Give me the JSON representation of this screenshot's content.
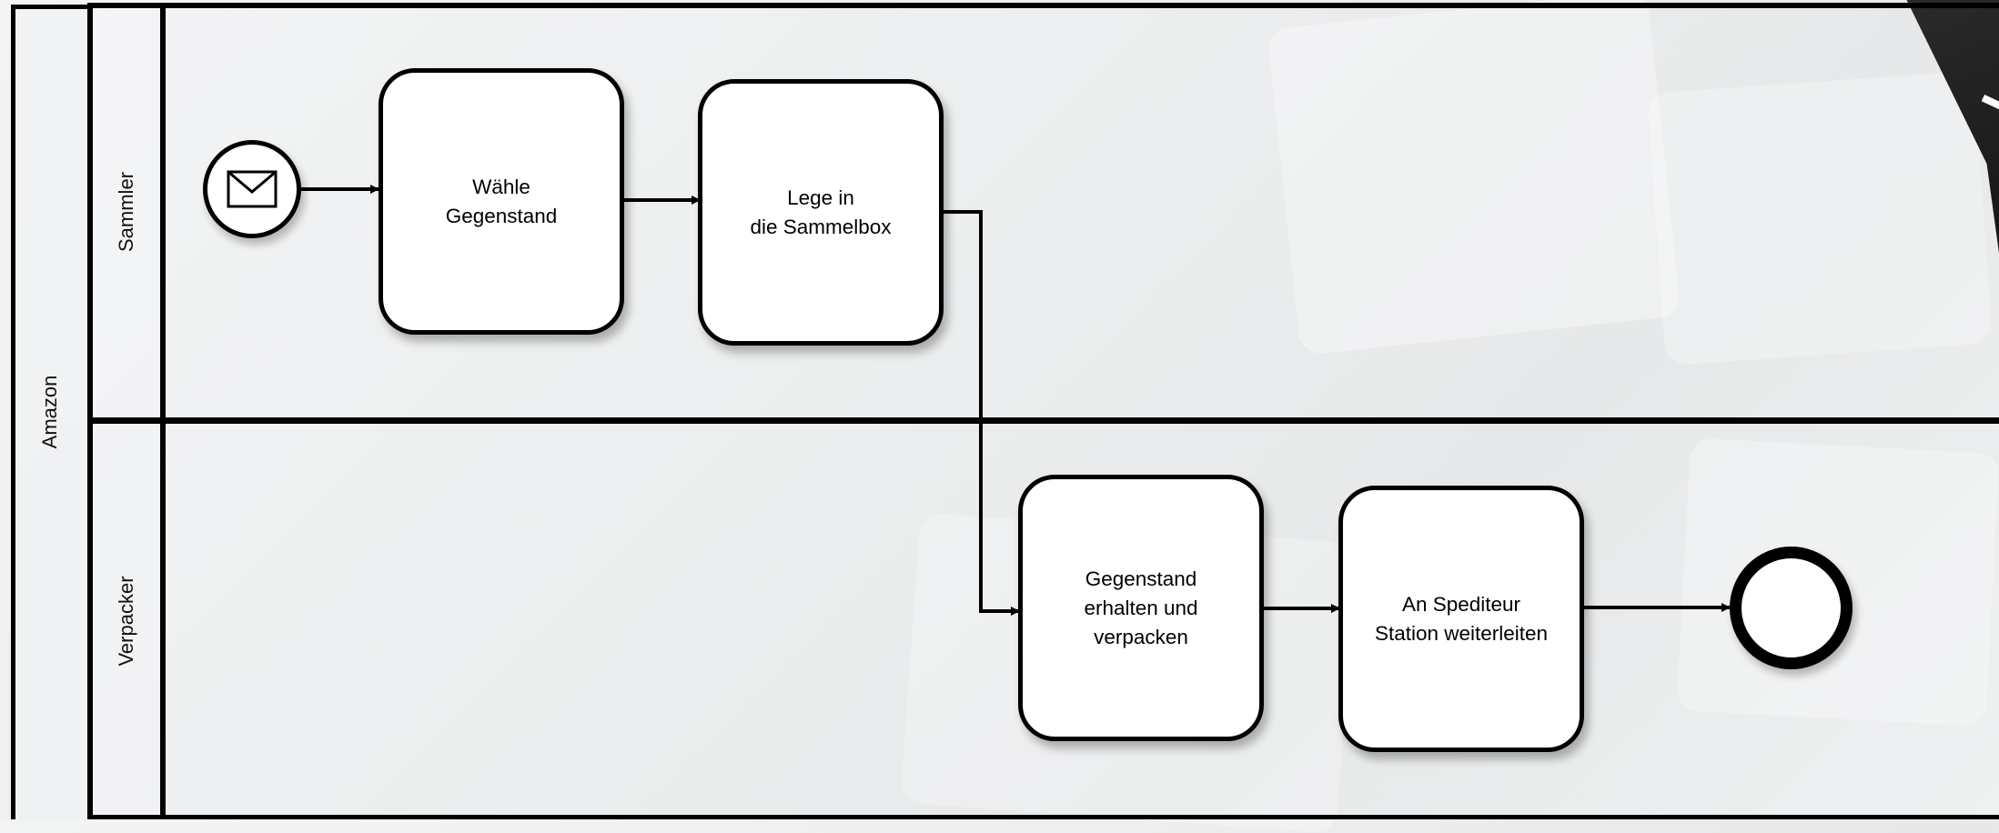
{
  "pool": {
    "label": "Amazon"
  },
  "lanes": [
    {
      "label": "Sammler"
    },
    {
      "label": "Verpacker"
    }
  ],
  "tasks": [
    {
      "label": "Wähle\nGegenstand"
    },
    {
      "label": "Lege in\ndie Sammelbox"
    },
    {
      "label": "Gegenstand\nerhalten und\nverpacken"
    },
    {
      "label": "An Spediteur\nStation weiterleiten"
    }
  ],
  "events": {
    "start": {
      "type": "message-start",
      "icon": "envelope-icon"
    },
    "end": {
      "type": "end"
    }
  },
  "colors": {
    "stroke": "#000000",
    "task_fill": "#ffffff"
  }
}
